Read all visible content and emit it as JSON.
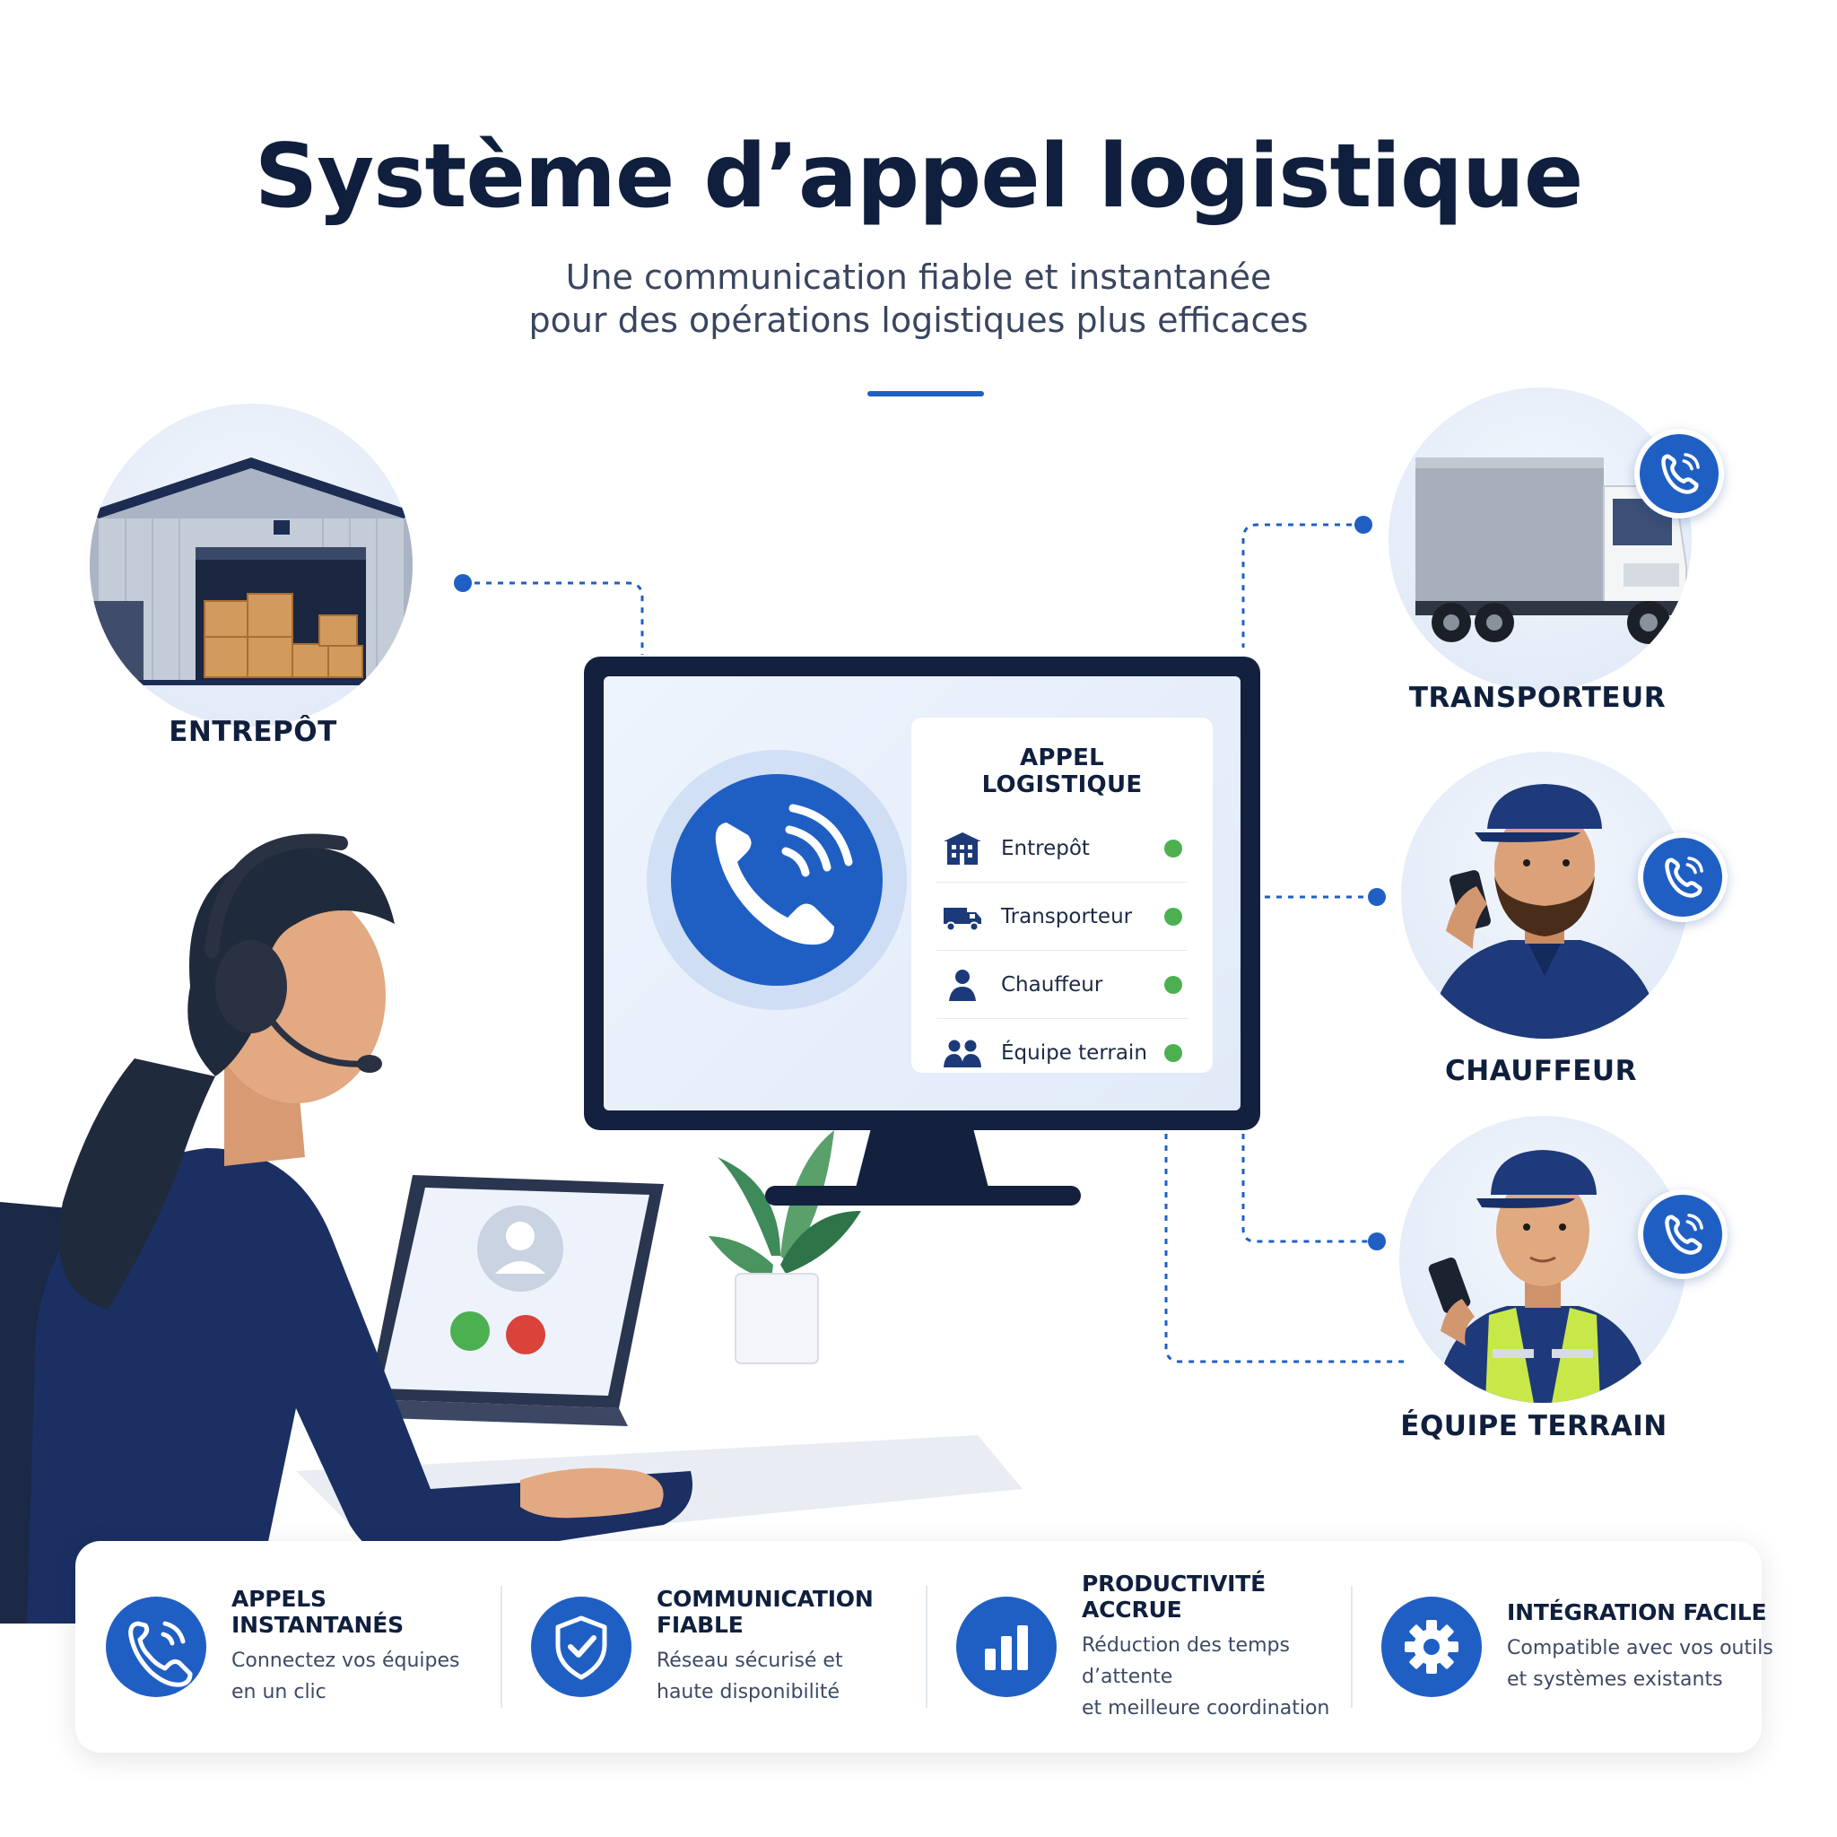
{
  "header": {
    "title": "Système d’appel logistique",
    "subtitle_line1": "Une communication fiable et instantanée",
    "subtitle_line2": "pour des opérations logistiques plus efficaces"
  },
  "nodes": {
    "warehouse": "ENTREPÔT",
    "carrier": "TRANSPORTEUR",
    "driver": "CHAUFFEUR",
    "field_team": "ÉQUIPE TERRAIN"
  },
  "call_panel": {
    "title": "APPEL LOGISTIQUE",
    "items": [
      {
        "label": "Entrepôt",
        "icon": "building-icon",
        "status": "online"
      },
      {
        "label": "Transporteur",
        "icon": "truck-icon",
        "status": "online"
      },
      {
        "label": "Chauffeur",
        "icon": "person-icon",
        "status": "online"
      },
      {
        "label": "Équipe terrain",
        "icon": "group-icon",
        "status": "online"
      }
    ]
  },
  "features": [
    {
      "title": "APPELS INSTANTANÉS",
      "desc_line1": "Connectez vos équipes",
      "desc_line2": "en un clic",
      "icon": "phone-icon"
    },
    {
      "title": "COMMUNICATION FIABLE",
      "desc_line1": "Réseau sécurisé et",
      "desc_line2": "haute disponibilité",
      "icon": "shield-check-icon"
    },
    {
      "title": "PRODUCTIVITÉ ACCRUE",
      "desc_line1": "Réduction des temps d’attente",
      "desc_line2": "et meilleure coordination",
      "icon": "bar-chart-icon"
    },
    {
      "title": "INTÉGRATION FACILE",
      "desc_line1": "Compatible avec vos outils",
      "desc_line2": "et systèmes existants",
      "icon": "gear-icon"
    }
  ],
  "colors": {
    "brand_blue": "#1f5fc4",
    "navy": "#0f1f3d",
    "status_green": "#4cb050",
    "decline_red": "#d9433a"
  }
}
